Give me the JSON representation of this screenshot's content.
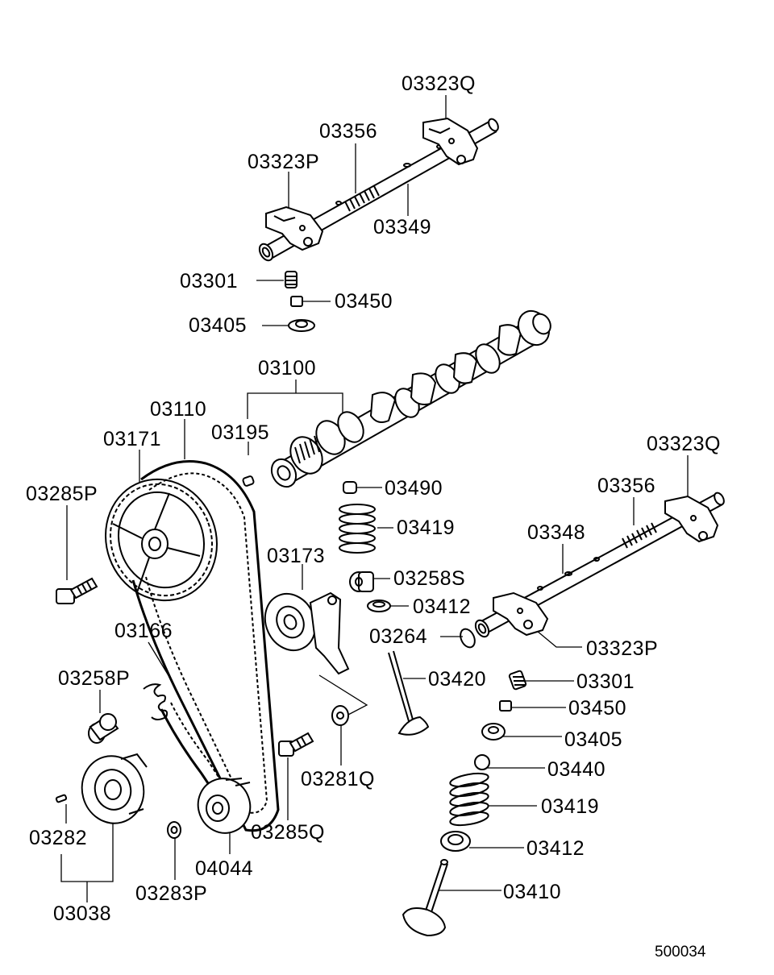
{
  "diagram": {
    "reference_code": "500034",
    "labels": {
      "rocker_shaft_upper_cap_q": "03323Q",
      "rocker_shaft_upper_spring": "03356",
      "rocker_shaft_upper_cap_p": "03323P",
      "rocker_shaft_upper": "03349",
      "adjuster_screw_upper": "03301",
      "nut_upper": "03450",
      "retainer_upper": "03405",
      "camshaft": "03100",
      "timing_belt": "03110",
      "camshaft_pin": "03195",
      "camshaft_sprocket": "03171",
      "sprocket_bolt": "03285P",
      "valve_cotter_top": "03490",
      "valve_spring_top": "03419",
      "tensioner": "03173",
      "valve_stem_seal_top": "03258S",
      "spring_seat_top": "03412",
      "oring": "03264",
      "rocker_shaft_cap_q_right": "03323Q",
      "rocker_shaft_spring_right": "03356",
      "rocker_shaft_right": "03348",
      "rocker_shaft_cap_p_right": "03323P",
      "tensioner_spring": "03166",
      "spacer": "03258P",
      "exhaust_valve": "03420",
      "adjuster_screw_right": "03301",
      "nut_right": "03450",
      "retainer_right": "03405",
      "tensioner_washer": "03281Q",
      "valve_cotter_right": "03440",
      "valve_spring_right": "03419",
      "spring_seat_right": "03412",
      "intake_valve": "03410",
      "crank_key": "03282",
      "crank_sprocket": "03038",
      "crank_bolt": "03283P",
      "tensioner_bolt": "03285Q",
      "idler_pulley": "04044"
    }
  }
}
